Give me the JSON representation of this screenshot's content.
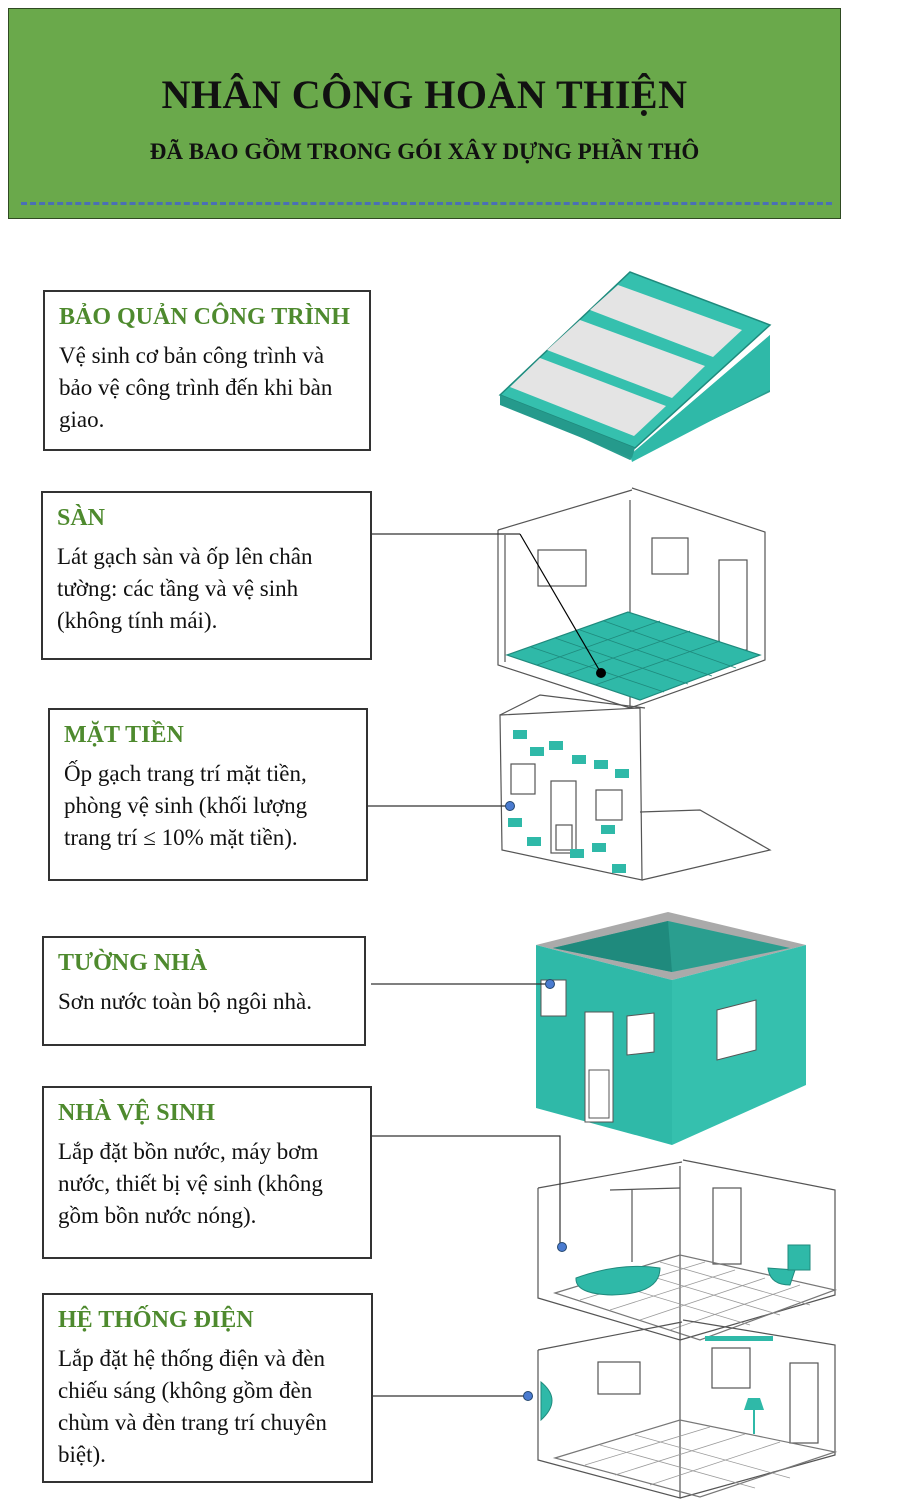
{
  "header": {
    "title": "NHÂN CÔNG HOÀN THIỆN",
    "subtitle": "ĐÃ BAO GỒM TRONG GÓI XÂY DỰNG PHẦN THÔ"
  },
  "items": [
    {
      "title": "BẢO QUẢN CÔNG TRÌNH",
      "description": "Vệ sinh cơ bản công trình và bảo vệ công trình đến khi bàn giao."
    },
    {
      "title": "SÀN",
      "description": "Lát gạch sàn và ốp lên chân tường: các tầng và vệ sinh (không tính mái)."
    },
    {
      "title": "MẶT TIỀN",
      "description": "Ốp gạch trang trí mặt tiền, phòng vệ sinh (khối lượng trang trí ≤ 10% mặt tiền)."
    },
    {
      "title": "TƯỜNG NHÀ",
      "description": "Sơn nước toàn bộ ngôi nhà."
    },
    {
      "title": "NHÀ VỆ SINH",
      "description": "Lắp đặt bồn nước, máy bơm nước, thiết bị vệ sinh (không gồm bồn nước nóng)."
    },
    {
      "title": "HỆ THỐNG ĐIỆN",
      "description": "Lắp đặt hệ thống điện và đèn chiếu sáng (không gồm đèn chùm và đèn trang trí chuyên biệt)."
    }
  ],
  "colors": {
    "header_bg": "#6aa94b",
    "title_green": "#4e8a2e",
    "teal": "#2fb9a8",
    "dash_blue": "#4a6fb5"
  },
  "icons": [
    "roof-illustration",
    "floor-room-illustration",
    "facade-illustration",
    "painted-house-illustration",
    "bathroom-illustration",
    "electrical-room-illustration"
  ]
}
